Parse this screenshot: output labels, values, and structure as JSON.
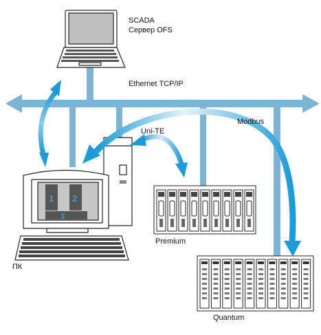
{
  "labels": {
    "scada_line1": "SCADA",
    "scada_line2": "Сервер OFS",
    "ethernet": "Ethernet TCP/IP",
    "modbus": "Modbus",
    "unite": "Uni-TE",
    "premium": "Premium",
    "pc": "ПК",
    "quantum": "Quantum",
    "screen_1": "1",
    "screen_2": "2",
    "screen_3": "3"
  },
  "colors": {
    "network": "#7eb3d3",
    "arrow_light": "#cde6f5",
    "arrow_dark": "#1d9ad8",
    "screen_digit": "#2aa4e0",
    "outline": "#222222"
  }
}
